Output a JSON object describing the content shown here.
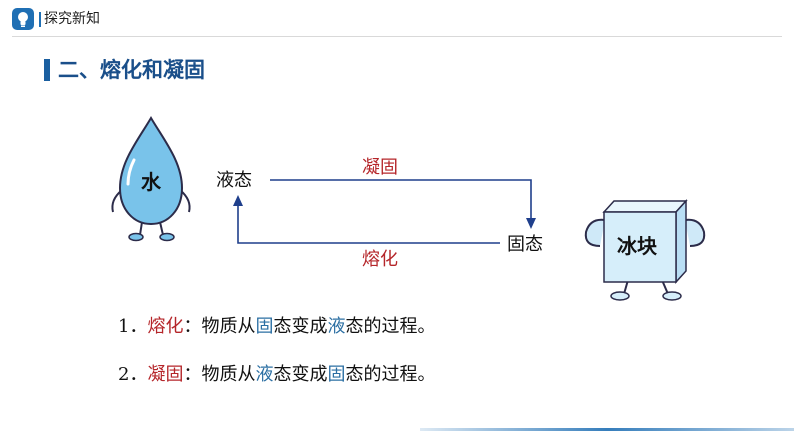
{
  "header": {
    "title": "探究新知",
    "accent_color": "#1f6fb4",
    "icon": "lightbulb-icon"
  },
  "section": {
    "title": "二、熔化和凝固"
  },
  "diagram": {
    "water_label": "水",
    "ice_label": "冰块",
    "liquid_state": "液态",
    "solid_state": "固态",
    "freeze_label": "凝固",
    "melt_label": "熔化"
  },
  "definitions": [
    {
      "number": "1．",
      "term": "熔化",
      "colon": "：",
      "prefix": "物质从",
      "from": "固",
      "middle": "态变成",
      "to": "液",
      "suffix": "态的过程。"
    },
    {
      "number": "2．",
      "term": "凝固",
      "colon": "：",
      "prefix": "物质从",
      "from": "液",
      "middle": "态变成",
      "to": "固",
      "suffix": "态的过程。"
    }
  ],
  "colors": {
    "term": "#b5262a",
    "highlight": "#2b6fa3",
    "arrow": "#1f3f8c",
    "water": "#79c3ea",
    "ice": "#d6eefa"
  }
}
